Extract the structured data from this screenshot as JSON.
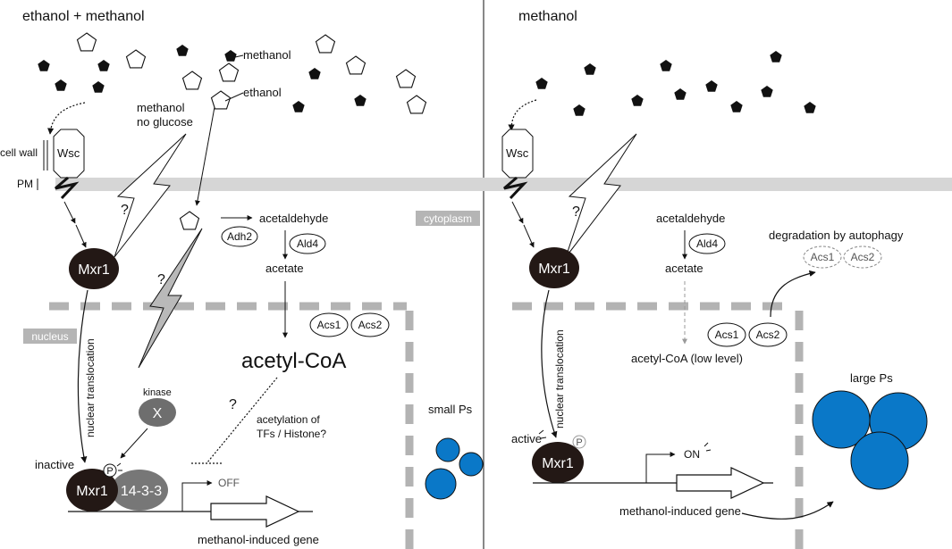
{
  "left_panel": {
    "title": "ethanol + methanol",
    "methanol_label": "methanol",
    "ethanol_label": "ethanol",
    "signal_label_1": "methanol",
    "signal_label_2": "no glucose",
    "cell_wall_label": "cell wall",
    "pm_label": "PM",
    "wsc_label": "Wsc",
    "cytoplasm_label": "cytoplasm",
    "nucleus_label": "nucleus",
    "question_mark": "?",
    "mxr1_label": "Mxr1",
    "adh2_label": "Adh2",
    "acetaldehyde_label": "acetaldehyde",
    "ald4_label": "Ald4",
    "acetate_label": "acetate",
    "acs1_label": "Acs1",
    "acs2_label": "Acs2",
    "acetyl_coa_label": "acetyl-CoA",
    "nuclear_translocation_label": "nuclear translocation",
    "kinase_label": "kinase",
    "x_label": "X",
    "acetylation_line1": "acetylation of",
    "acetylation_line2": "TFs / Histone?",
    "inactive_label": "inactive",
    "p_label": "P",
    "protein_1433_label": "14-3-3",
    "off_label": "OFF",
    "gene_label": "methanol-induced gene",
    "small_ps_label": "small Ps"
  },
  "right_panel": {
    "title": "methanol",
    "wsc_label": "Wsc",
    "question_mark": "?",
    "mxr1_label": "Mxr1",
    "acetaldehyde_label": "acetaldehyde",
    "ald4_label": "Ald4",
    "acetate_label": "acetate",
    "degradation_label": "degradation by autophagy",
    "acs1_label": "Acs1",
    "acs2_label": "Acs2",
    "acetyl_coa_label": "acetyl-CoA (low level)",
    "nuclear_translocation_label": "nuclear translocation",
    "active_label": "active",
    "p_label": "P",
    "on_label": "ON",
    "gene_label": "methanol-induced gene",
    "large_ps_label": "large Ps"
  },
  "colors": {
    "membrane": "#d6d6d6",
    "nucleus_dash": "#b3b3b3",
    "mxr1": "#231815",
    "kinase": "#6e6e6e",
    "protein_1433": "#777777",
    "peroxisome": "#0a78c8",
    "label_box": "#b5b5b5"
  }
}
